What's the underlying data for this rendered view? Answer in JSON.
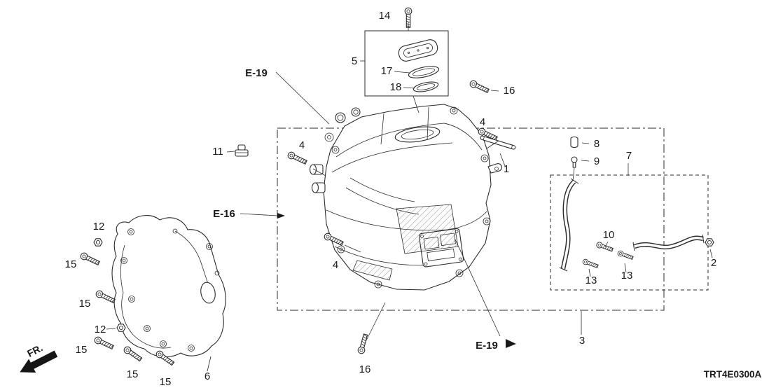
{
  "page": {
    "background": "#ffffff",
    "line_color": "#2b2b2b",
    "diagram_code": "TRT4E0300A",
    "front_marker": "FR."
  },
  "refs": {
    "e19": "E-19",
    "e16": "E-16"
  },
  "callouts": {
    "c1": "1",
    "c2": "2",
    "c3": "3",
    "c4": "4",
    "c5": "5",
    "c6": "6",
    "c7": "7",
    "c8": "8",
    "c9": "9",
    "c10": "10",
    "c11": "11",
    "c12": "12",
    "c13": "13",
    "c14": "14",
    "c15": "15",
    "c16": "16",
    "c17": "17",
    "c18": "18"
  }
}
